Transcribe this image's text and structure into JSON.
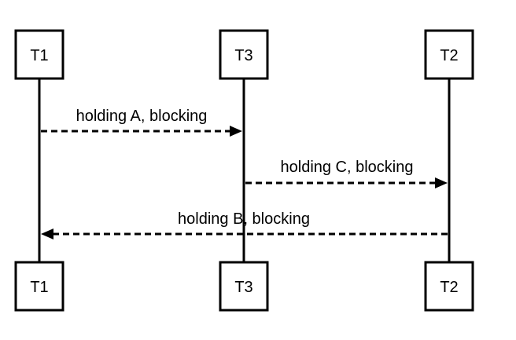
{
  "participants": [
    {
      "id": "t1",
      "label": "T1"
    },
    {
      "id": "t3",
      "label": "T3"
    },
    {
      "id": "t2",
      "label": "T2"
    }
  ],
  "messages": [
    {
      "from": "T1",
      "to": "T3",
      "label": "holding A, blocking",
      "style": "dashed"
    },
    {
      "from": "T3",
      "to": "T2",
      "label": "holding C, blocking",
      "style": "dashed"
    },
    {
      "from": "T2",
      "to": "T1",
      "label": "holding B, blocking",
      "style": "dashed"
    }
  ],
  "colors": {
    "stroke": "#000000",
    "background": "#ffffff"
  }
}
